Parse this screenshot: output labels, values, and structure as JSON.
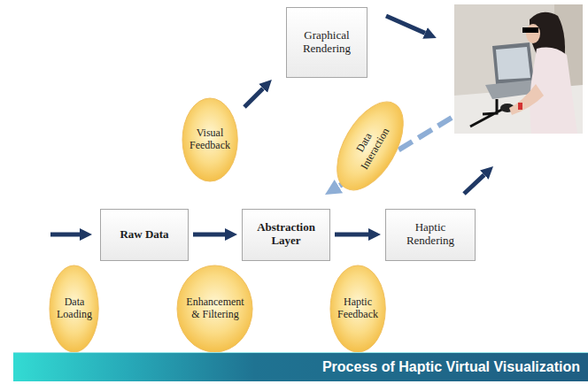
{
  "diagram": {
    "nodes": [
      {
        "text": [
          "Graphical Rendering"
        ]
      },
      {
        "text": [
          "Visual Feedback"
        ]
      },
      {
        "text": [
          "Data Interaction"
        ]
      },
      {
        "text": [
          "Raw Data"
        ]
      },
      {
        "text": [
          "Abstraction Layer"
        ]
      },
      {
        "text": [
          "Haptic Rendering"
        ]
      },
      {
        "text": [
          "Data Loading"
        ]
      },
      {
        "text": [
          "Enhancement & Filtering"
        ]
      },
      {
        "text": [
          "Haptic Feedback"
        ]
      },
      {
        "text": [
          "Process of Haptic Virtual Visualization"
        ]
      }
    ],
    "edges": [
      {
        "from": 3,
        "to": 4,
        "arrow": "to"
      },
      {
        "from": 4,
        "to": 5,
        "arrow": "to"
      }
    ]
  }
}
